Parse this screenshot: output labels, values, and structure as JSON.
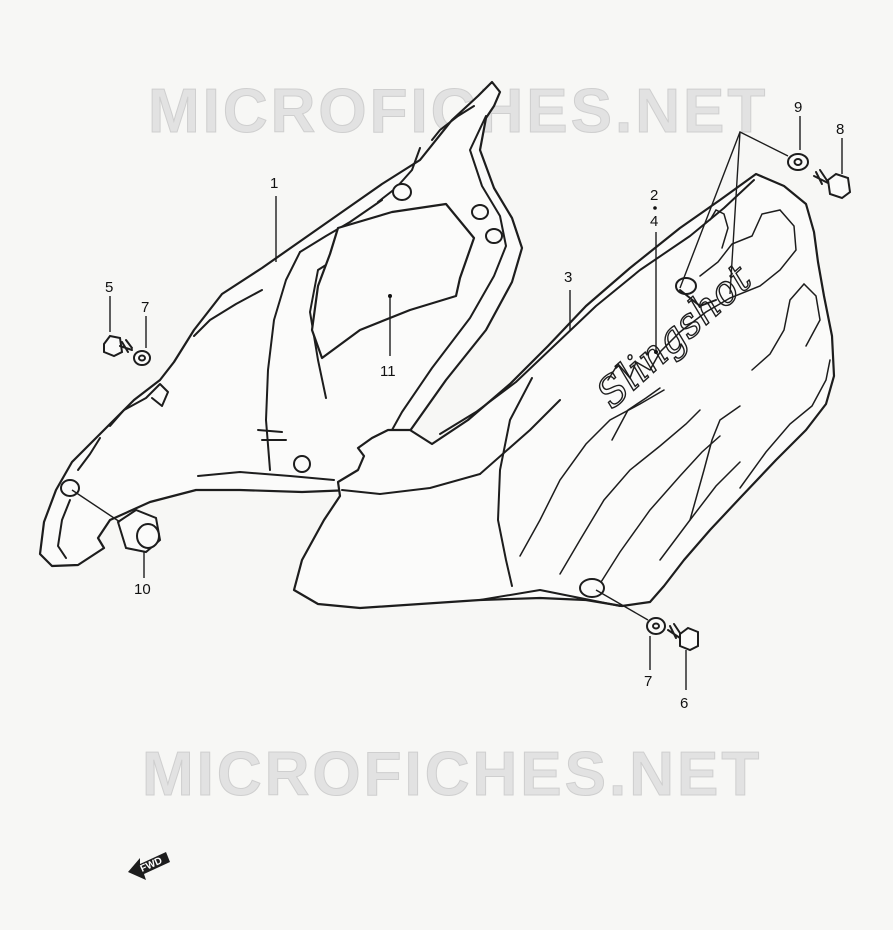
{
  "watermark": {
    "top": "MICROFICHES.NET",
    "bottom": "MICROFICHES.NET"
  },
  "callouts": {
    "c1": "1",
    "c2": "2",
    "c3": "3",
    "c4": "4",
    "c5": "5",
    "c6": "6",
    "c7a": "7",
    "c7b": "7",
    "c8": "8",
    "c9": "9",
    "c10": "10",
    "c11": "11"
  },
  "cover_script": "Slingshot",
  "fwd_label": "FWD",
  "colors": {
    "line": "#1d1d1d",
    "paper": "#f7f7f5",
    "watermark": "#e2e2e2"
  }
}
